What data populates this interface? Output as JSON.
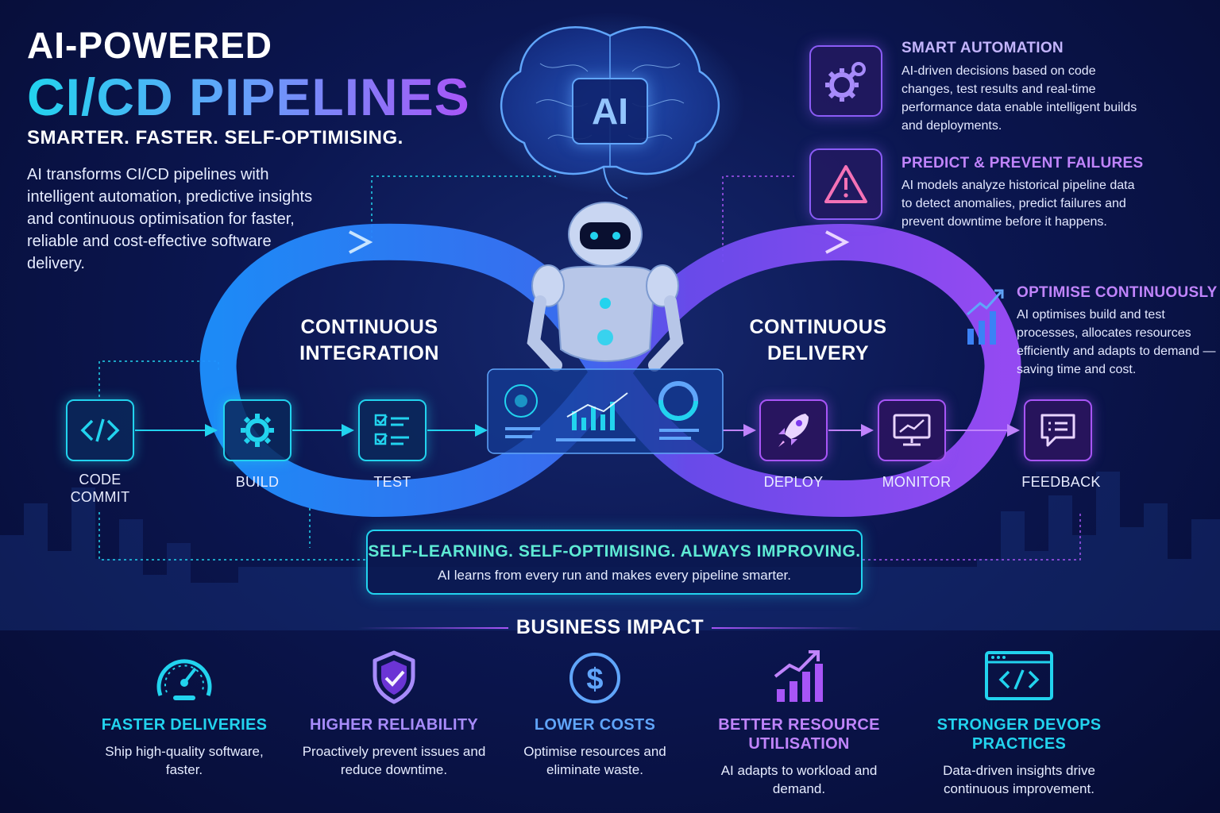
{
  "header": {
    "title_line1": "AI-POWERED",
    "title_line2": "CI/CD PIPELINES",
    "tagline": "SMARTER. FASTER. SELF-OPTIMISING.",
    "intro": "AI transforms CI/CD pipelines with intelligent automation, predictive insights and continuous optimisation for faster, reliable and cost-effective software delivery."
  },
  "brain": {
    "badge": "AI"
  },
  "features": [
    {
      "title": "SMART AUTOMATION",
      "text": "AI-driven decisions based on code changes, test results and real-time performance data enable intelligent builds and deployments.",
      "color": "#c4b5fd",
      "icon": "gears-icon"
    },
    {
      "title": "PREDICT & PREVENT FAILURES",
      "text": "AI models analyze historical pipeline data to detect anomalies, predict failures and prevent downtime before it happens.",
      "color": "#c084fc",
      "icon": "warning-icon"
    },
    {
      "title": "OPTIMISE CONTINUOUSLY",
      "text": "AI optimises build and test processes, allocates resources efficiently and adapts to demand — saving time and cost.",
      "color": "#c084fc",
      "icon": "growth-chart-icon"
    }
  ],
  "loops": {
    "integration": "CONTINUOUS INTEGRATION",
    "delivery": "CONTINUOUS DELIVERY"
  },
  "pipeline": {
    "code_commit": "CODE COMMIT",
    "build": "BUILD",
    "test": "TEST",
    "deploy": "DEPLOY",
    "monitor": "MONITOR",
    "feedback": "FEEDBACK"
  },
  "banner": {
    "title": "SELF-LEARNING. SELF-OPTIMISING. ALWAYS IMPROVING.",
    "subtitle": "AI learns from every run and makes every pipeline smarter."
  },
  "impact": {
    "heading": "BUSINESS IMPACT",
    "items": [
      {
        "title": "FASTER DELIVERIES",
        "text": "Ship high-quality software, faster.",
        "color": "#22d3ee",
        "icon": "speedometer-icon"
      },
      {
        "title": "HIGHER RELIABILITY",
        "text": "Proactively prevent issues and reduce downtime.",
        "color": "#a78bfa",
        "icon": "shield-check-icon"
      },
      {
        "title": "LOWER COSTS",
        "text": "Optimise resources and eliminate waste.",
        "color": "#60a5fa",
        "icon": "dollar-icon"
      },
      {
        "title": "BETTER RESOURCE UTILISATION",
        "text": "AI adapts to workload and demand.",
        "color": "#a855f7",
        "icon": "bar-chart-icon"
      },
      {
        "title": "STRONGER DEVOPS PRACTICES",
        "text": "Data-driven insights drive continuous improvement.",
        "color": "#22d3ee",
        "icon": "code-window-icon"
      }
    ]
  },
  "colors": {
    "cyan": "#22d3ee",
    "blue": "#3b82f6",
    "purple": "#a855f7",
    "background": "#0b1650"
  }
}
